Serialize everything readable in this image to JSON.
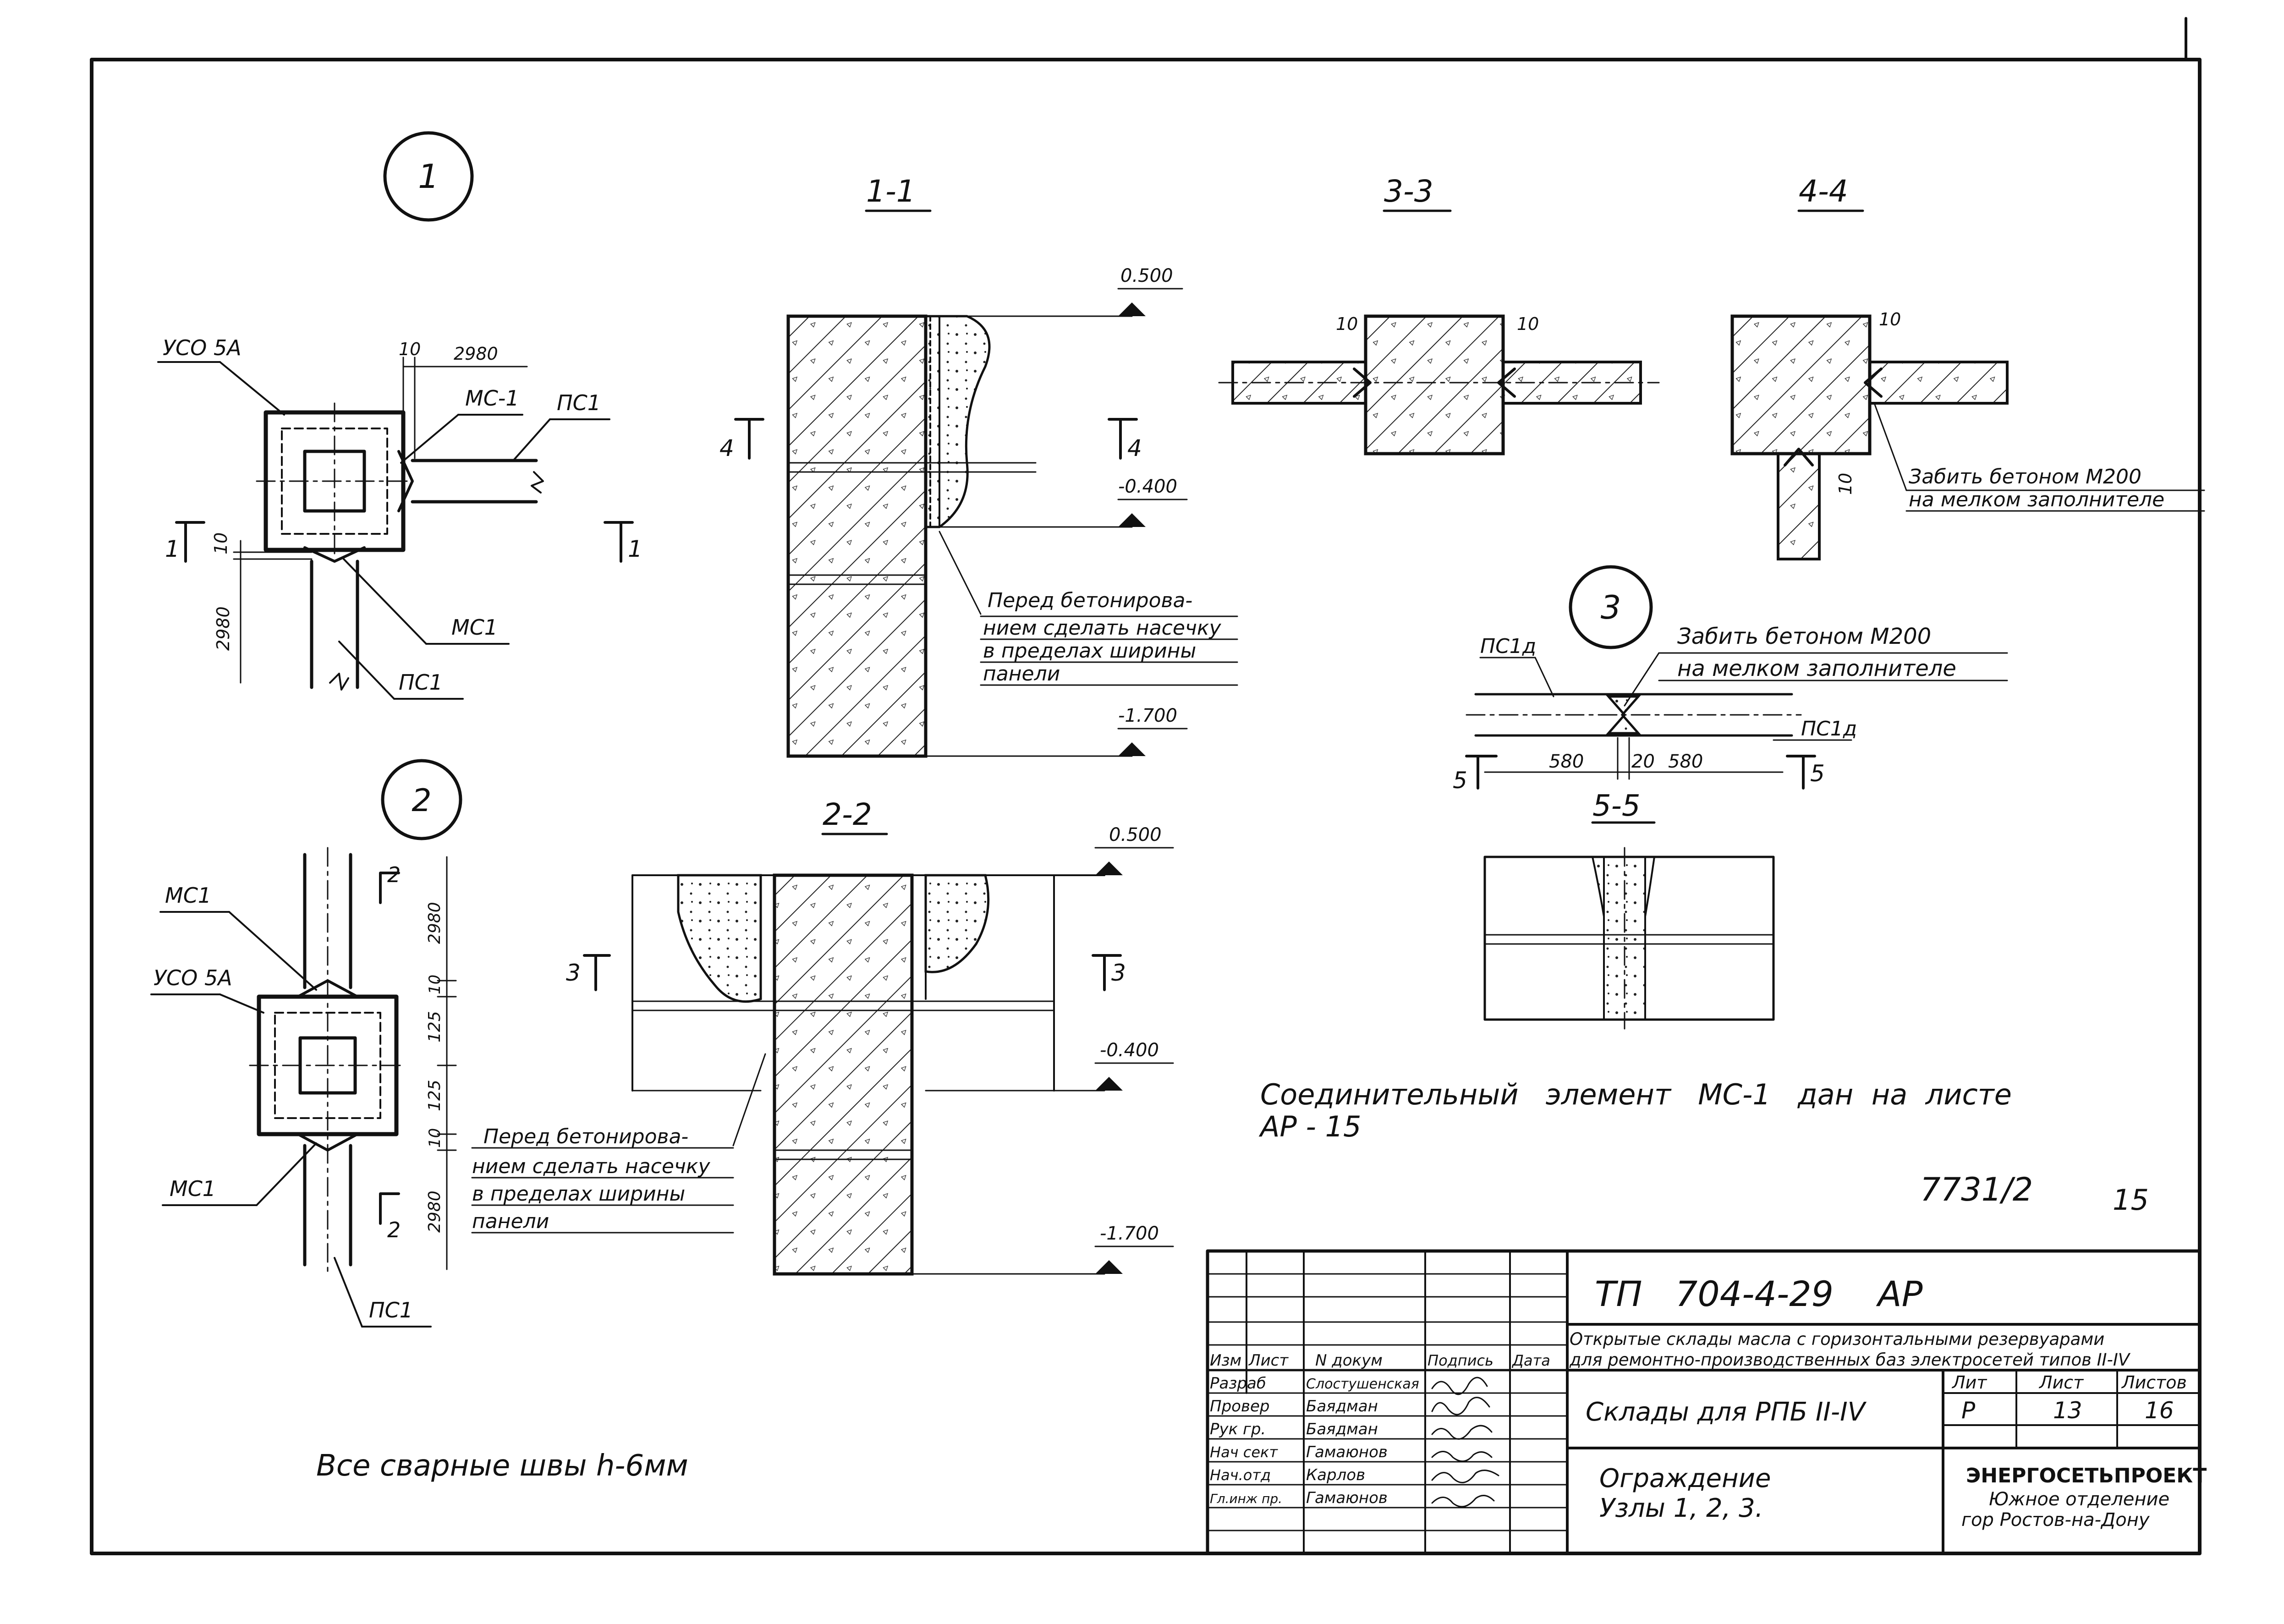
{
  "nodes": {
    "n1": "1",
    "n2": "2",
    "n3": "3"
  },
  "node1": {
    "uso_label": "УСО 5А",
    "mc_upper": "МС-1",
    "mc_lower": "МС1",
    "pc_right": "ПС1",
    "pc_bottom": "ПС1",
    "dim_10_top": "10",
    "dim_2980_top": "2980",
    "dim_10_left": "10",
    "dim_2980_left": "2980",
    "cut_left": "1",
    "cut_right": "1"
  },
  "node2": {
    "mc_top": "МС1",
    "uso_label": "УСО 5А",
    "mc_bottom": "МС1",
    "pc_bottom": "ПС1",
    "cut_top": "2",
    "cut_bottom": "2",
    "dims": [
      "2980",
      "10",
      "125",
      "125",
      "10",
      "2980"
    ]
  },
  "node3": {
    "pc_left": "ПС1д",
    "pc_right": "ПС1д",
    "note_line1": "Забить бетоном М200",
    "note_line2": "на мелком заполнителе",
    "dim_left": "580",
    "dim_mid": "20",
    "dim_right": "580",
    "cut_left": "5",
    "cut_right": "5"
  },
  "sections": {
    "s11": {
      "title": "1-1",
      "elev_top": "0.500",
      "elev_mid": "-0.400",
      "elev_bot": "-1.700",
      "cut_left": "4",
      "cut_right": "4",
      "note": [
        "Перед бетонирова-",
        "нием сделать насечку",
        "в пределах ширины",
        "панели"
      ]
    },
    "s22": {
      "title": "2-2",
      "elev_top": "0.500",
      "elev_mid": "-0.400",
      "elev_bot": "-1.700",
      "cut_left": "3",
      "cut_right": "3",
      "note": [
        "Перед бетонирова-",
        "нием сделать насечку",
        "в пределах ширины",
        "панели"
      ]
    },
    "s33": {
      "title": "3-3",
      "dim_left": "10",
      "dim_right": "10"
    },
    "s44": {
      "title": "4-4",
      "dim_top": "10",
      "dim_bottom": "10",
      "note_line1": "Забить бетоном М200",
      "note_line2": "на мелком заполнителе"
    },
    "s55": {
      "title": "5-5"
    }
  },
  "notes": {
    "connector_line1": "Соединительный   элемент   МС-1   дан  на  листе",
    "connector_line2": "АР - 15",
    "welds": "Все сварные швы h-6мм",
    "doc_number": "7731/2",
    "page_number": "15"
  },
  "title_block": {
    "code": "ТП   704-4-29    АР",
    "description_line1": "Открытые склады масла с горизонтальными резервуарами",
    "description_line2": "для ремонтно-производственных баз электросетей типов II-IV",
    "object": "Склады для РПБ II-IV",
    "drawing_title_line1": "Ограждение",
    "drawing_title_line2": "Узлы  1, 2, 3.",
    "headers": {
      "izm": "Изм",
      "list": "Лист",
      "ndok": "N докум",
      "podpis": "Подпись",
      "data": "Дата",
      "lit": "Лит",
      "list2": "Лист",
      "listov": "Листов"
    },
    "stage": {
      "lit": "Р",
      "list": "13",
      "listov": "16"
    },
    "org": [
      "ЭНЕРГОСЕТЬПРОЕКТ",
      "Южное отделение",
      "гор Ростов-на-Дону"
    ],
    "staff": [
      {
        "role": "Разраб",
        "name": "Слостушенская"
      },
      {
        "role": "Провер",
        "name": "Баядман"
      },
      {
        "role": "Рук гр.",
        "name": "Баядман"
      },
      {
        "role": "Нач сект",
        "name": "Гамаюнов"
      },
      {
        "role": "Нач.отд",
        "name": "Карлов"
      },
      {
        "role": "Гл.инж пр.",
        "name": "Гамаюнов"
      }
    ]
  }
}
